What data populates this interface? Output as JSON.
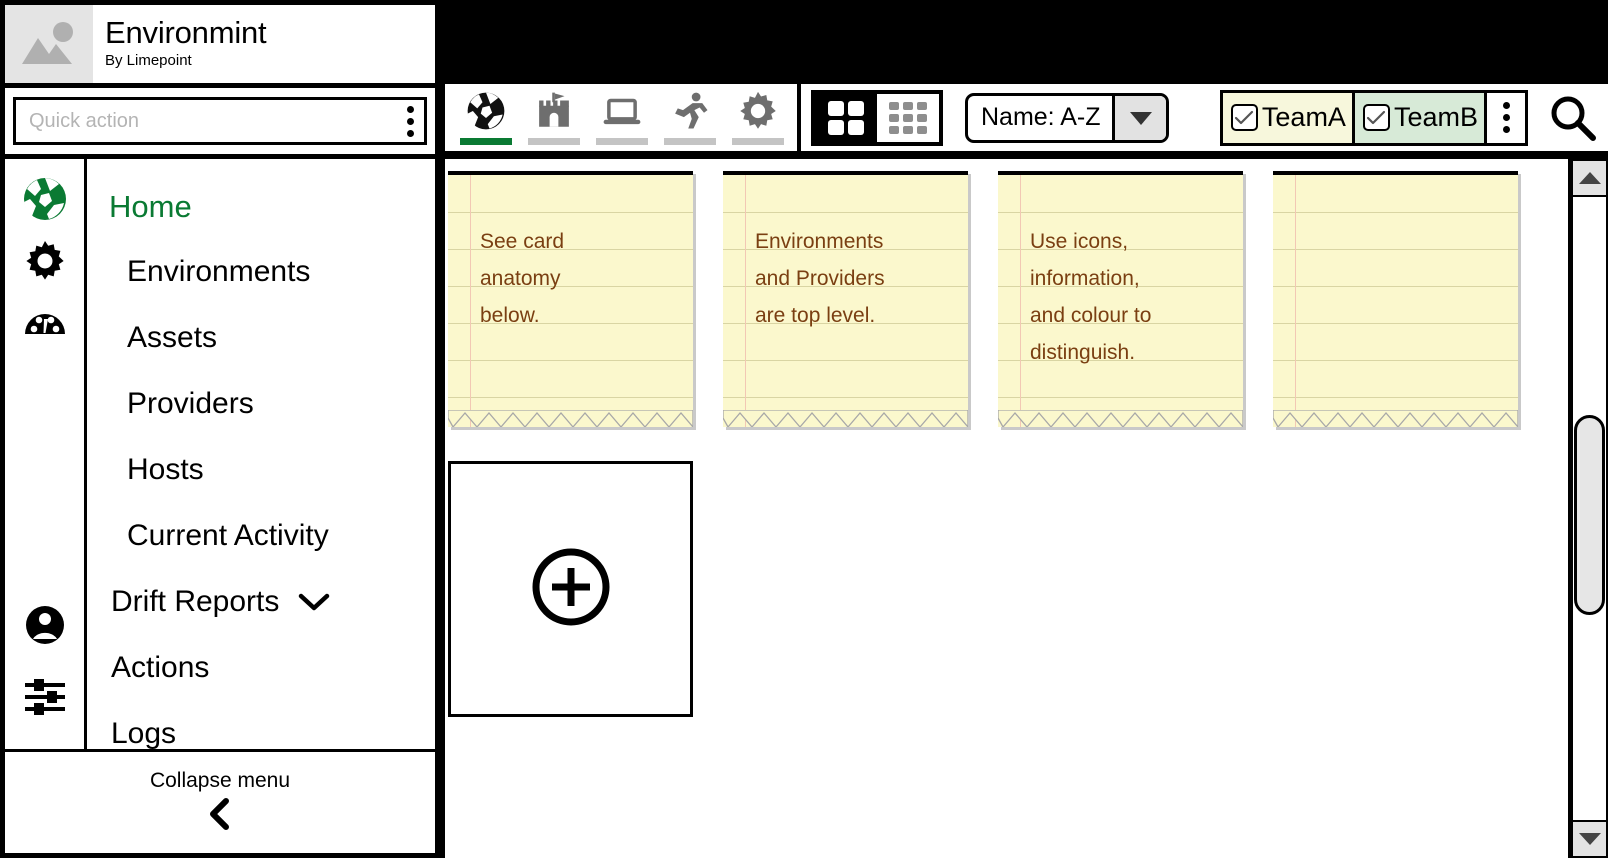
{
  "brand": {
    "title": "Environmint",
    "subtitle": "By Limepoint",
    "logo_icon": "image-placeholder-icon"
  },
  "quick_action": {
    "placeholder": "Quick action",
    "menu_icon": "kebab-menu-icon"
  },
  "sidebar": {
    "rail_icons": [
      {
        "name": "sphere-icon",
        "color": "#0a7a33"
      },
      {
        "name": "gear-icon",
        "color": "#000000"
      },
      {
        "name": "gauge-icon",
        "color": "#000000"
      },
      {
        "name": "user-account-icon",
        "color": "#000000"
      },
      {
        "name": "sliders-icon",
        "color": "#000000"
      }
    ],
    "items": [
      {
        "label": "Home",
        "active": true
      },
      {
        "label": "Environments",
        "active": false
      },
      {
        "label": "Assets",
        "active": false
      },
      {
        "label": "Providers",
        "active": false
      },
      {
        "label": "Hosts",
        "active": false
      },
      {
        "label": "Current Activity",
        "active": false
      },
      {
        "label": "Drift Reports",
        "active": false,
        "expandable": true
      },
      {
        "label": "Actions",
        "active": false
      },
      {
        "label": "Logs",
        "active": false
      }
    ],
    "collapse": {
      "label": "Collapse menu",
      "icon": "chevron-left-icon"
    },
    "active_color": "#0a7a33"
  },
  "toolbar": {
    "type_tabs": [
      {
        "icon": "sphere-icon",
        "active": true
      },
      {
        "icon": "castle-icon",
        "active": false
      },
      {
        "icon": "laptop-icon",
        "active": false
      },
      {
        "icon": "running-person-icon",
        "active": false
      },
      {
        "icon": "gear-icon",
        "active": false
      }
    ],
    "view_modes": [
      {
        "icon": "grid-large-icon",
        "selected": true
      },
      {
        "icon": "grid-small-icon",
        "selected": false
      }
    ],
    "sort": {
      "value": "Name: A-Z",
      "arrow_icon": "triangle-down-icon"
    },
    "teams": [
      {
        "label": "TeamA",
        "checked": true,
        "color": "#f7f7dc"
      },
      {
        "label": "TeamB",
        "checked": true,
        "color": "#d7ead7"
      }
    ],
    "team_menu_icon": "kebab-menu-icon",
    "search_icon": "search-icon"
  },
  "cards": [
    {
      "lines": [
        "See card",
        "anatomy",
        "below."
      ]
    },
    {
      "lines": [
        "Environments",
        "and Providers",
        "are top level."
      ]
    },
    {
      "lines": [
        "Use icons,",
        "information,",
        "and colour to",
        "distinguish."
      ]
    },
    {
      "lines": []
    }
  ],
  "add_card": {
    "icon": "plus-circle-icon"
  },
  "scrollbar": {
    "up_icon": "triangle-up-icon",
    "down_icon": "triangle-down-icon"
  },
  "colors": {
    "accent_green": "#0a7a33",
    "note_bg": "#fbf8cd",
    "note_text": "#7a3f12",
    "note_rule": "#d9d5a3",
    "note_margin": "#f2c8b4"
  }
}
